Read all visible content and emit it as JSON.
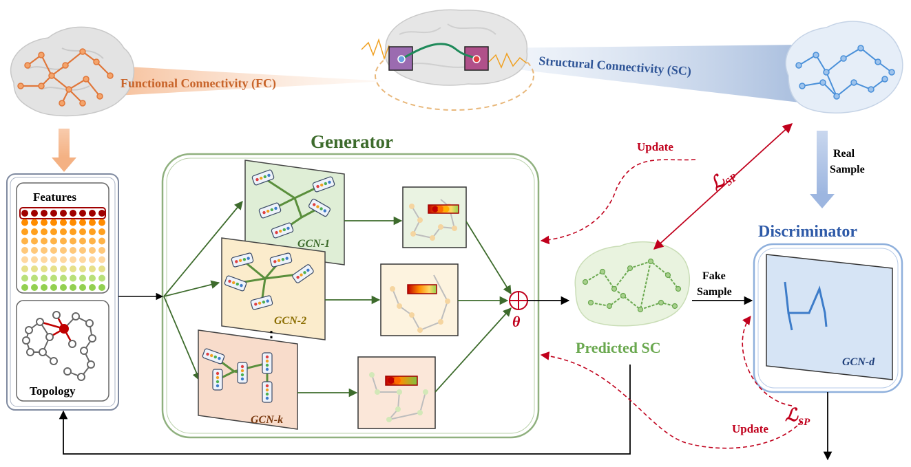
{
  "labels": {
    "fc": "Functional Connectivity (FC)",
    "sc": "Structural Connectivity (SC)",
    "generator": "Generator",
    "discriminator": "Discriminator",
    "features": "Features",
    "topology": "Topology",
    "gcn1": "GCN-1",
    "gcn2": "GCN-2",
    "gcnk": "GCN-k",
    "gcnd": "GCN-d",
    "theta": "θ",
    "predicted_sc": "Predicted SC",
    "update_top": "Update",
    "update_bottom": "Update",
    "loss_top": "ℒ",
    "loss_top_sub": "SP",
    "loss_bottom": "ℒ",
    "loss_bottom_sub": "SP",
    "real_sample_1": "Real",
    "real_sample_2": "Sample",
    "fake_sample_1": "Fake",
    "fake_sample_2": "Sample",
    "ellipsis": "⋮"
  },
  "colors": {
    "fc_orange": "#c8642a",
    "sc_blue": "#2f5597",
    "generator_green": "#3d6b2c",
    "discriminator_blue": "#2e5aa8",
    "update_red": "#c0001c",
    "predicted_green": "#6aa84f",
    "panel_green": "#dfeed6",
    "panel_yellow": "#fbeccc",
    "panel_peach": "#f8dccb",
    "panel_blue": "#d6e4f5"
  }
}
